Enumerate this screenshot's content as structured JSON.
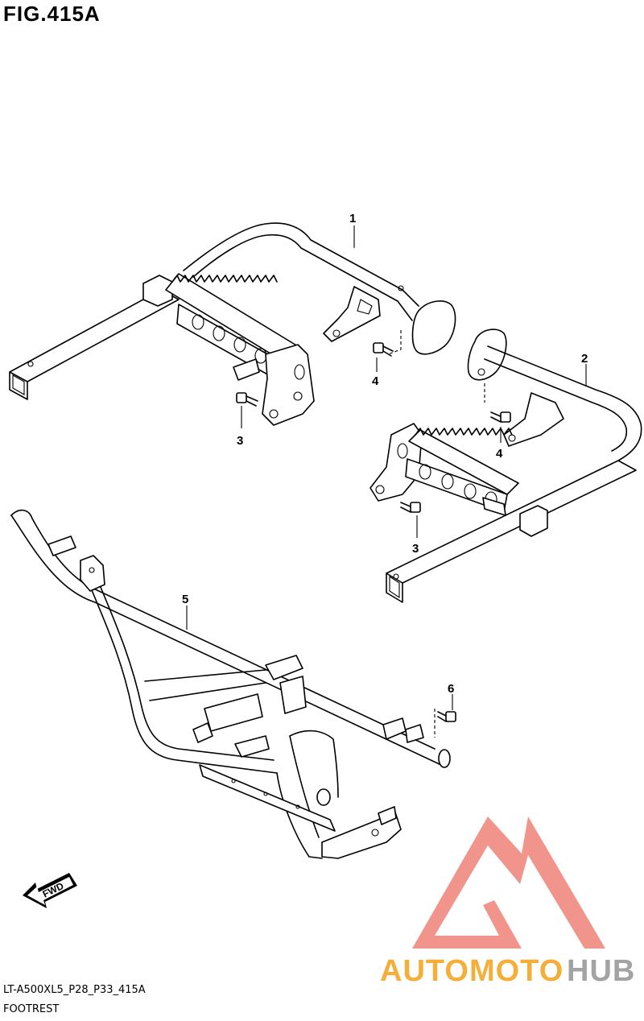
{
  "figure": {
    "title": "FIG.415A",
    "code": "LT-A500XL5_P28_P33_415A",
    "name": "FOOTREST"
  },
  "parts": [
    {
      "number": "1"
    },
    {
      "number": "2"
    },
    {
      "number": "3"
    },
    {
      "number": "3"
    },
    {
      "number": "4"
    },
    {
      "number": "4"
    },
    {
      "number": "5"
    },
    {
      "number": "6"
    }
  ],
  "fwd_label": "FWD",
  "watermark": {
    "text_left": "AUTOMOTO",
    "text_right": "HUB",
    "color_triangle": "#f08a80",
    "color_left": "#f5a623",
    "color_right": "#9a9a9a"
  }
}
